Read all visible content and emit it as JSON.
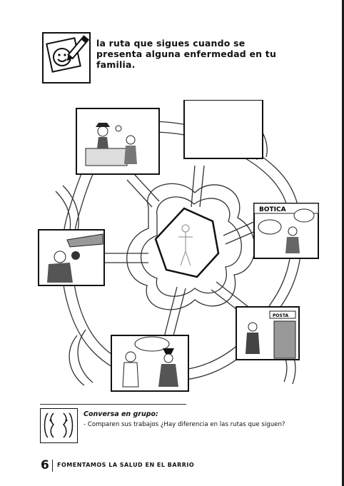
{
  "header": {
    "instruction": "la ruta que sigues cuando se presenta alguna enfermedad en tu familia."
  },
  "map": {
    "scene_pharmacy_sign": "BOTICA",
    "scene_clinic_sign": "POSTA",
    "empty_box": ""
  },
  "group": {
    "title": "Conversa en grupo:",
    "text": "- Comparen sus trabajos ¿Hay diferencia en las rutas que siguen?"
  },
  "footer": {
    "page_number": "6",
    "title": "FOMENTAMOS LA SALUD EN EL BARRIO"
  }
}
